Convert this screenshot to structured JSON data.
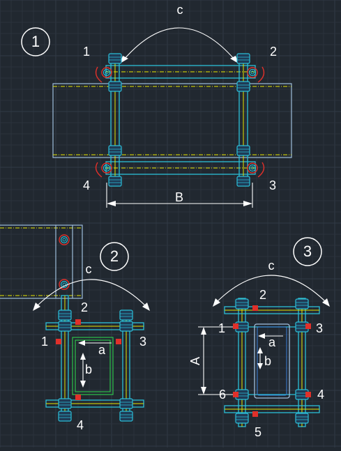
{
  "fig1": {
    "number": "1",
    "arc_label": "c",
    "dim_label": "B",
    "bolt_labels": [
      "1",
      "2",
      "3",
      "4"
    ]
  },
  "fig2": {
    "number": "2",
    "arc_label": "c",
    "width_label": "a",
    "height_label": "b",
    "bolt_labels": [
      "1",
      "2",
      "3",
      "4"
    ]
  },
  "fig3": {
    "number": "3",
    "arc_label": "c",
    "width_label": "a",
    "height_label": "b",
    "span_label": "A",
    "bolt_labels": [
      "1",
      "2",
      "3",
      "4",
      "5",
      "6"
    ]
  },
  "colors": {
    "background": "#212830",
    "pipe": "#9fbedc",
    "centerline": "#e6e600",
    "bar": "#2bbfd8",
    "nut": "#e0302a",
    "inner_frame": "#2ec24a",
    "dimension": "#ffffff"
  }
}
